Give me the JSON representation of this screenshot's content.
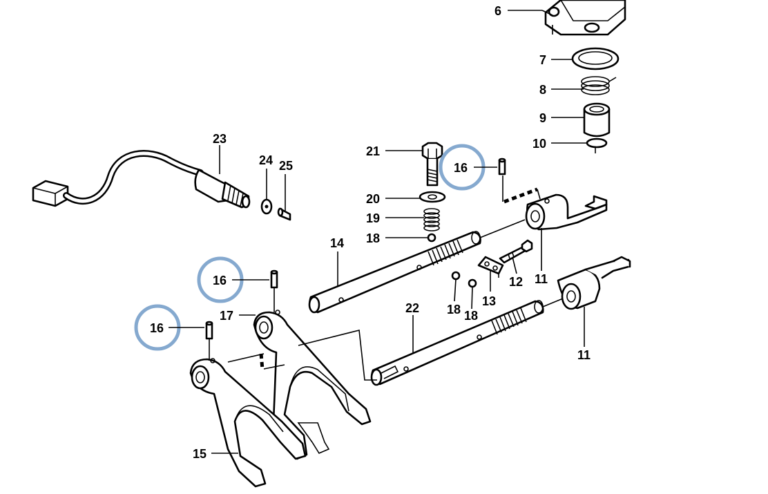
{
  "labels": {
    "l6": "6",
    "l7": "7",
    "l8": "8",
    "l9": "9",
    "l10": "10",
    "l11a": "11",
    "l11b": "11",
    "l12": "12",
    "l13": "13",
    "l14": "14",
    "l15": "15",
    "l16a": "16",
    "l16b": "16",
    "l16c": "16",
    "l17": "17",
    "l18a": "18",
    "l18b": "18",
    "l18c": "18",
    "l19": "19",
    "l20": "20",
    "l21": "21",
    "l22": "22",
    "l23": "23",
    "l24": "24",
    "l25": "25"
  },
  "highlight_color": "#85a9cf",
  "line_color": "#000000"
}
